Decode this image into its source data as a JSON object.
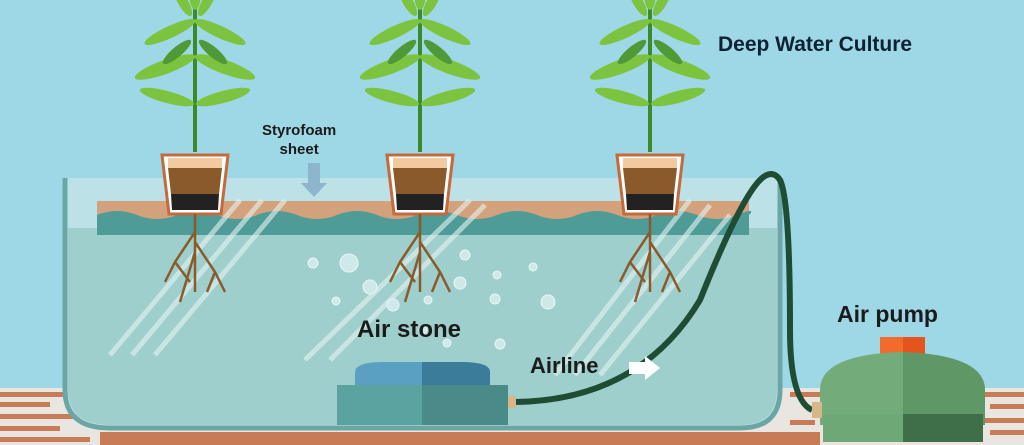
{
  "title": "Deep Water Culture",
  "labels": {
    "styrofoam_line1": "Styrofoam",
    "styrofoam_line2": "sheet",
    "air_stone": "Air stone",
    "airline": "Airline",
    "air_pump": "Air pump"
  },
  "colors": {
    "sky": "#9ed7e6",
    "water": "#9fcfcd",
    "styrofoam": "#d3a27d",
    "airline": "#1f4d33",
    "pump": "#6fa877",
    "pump_cap": "#f26a2c"
  }
}
